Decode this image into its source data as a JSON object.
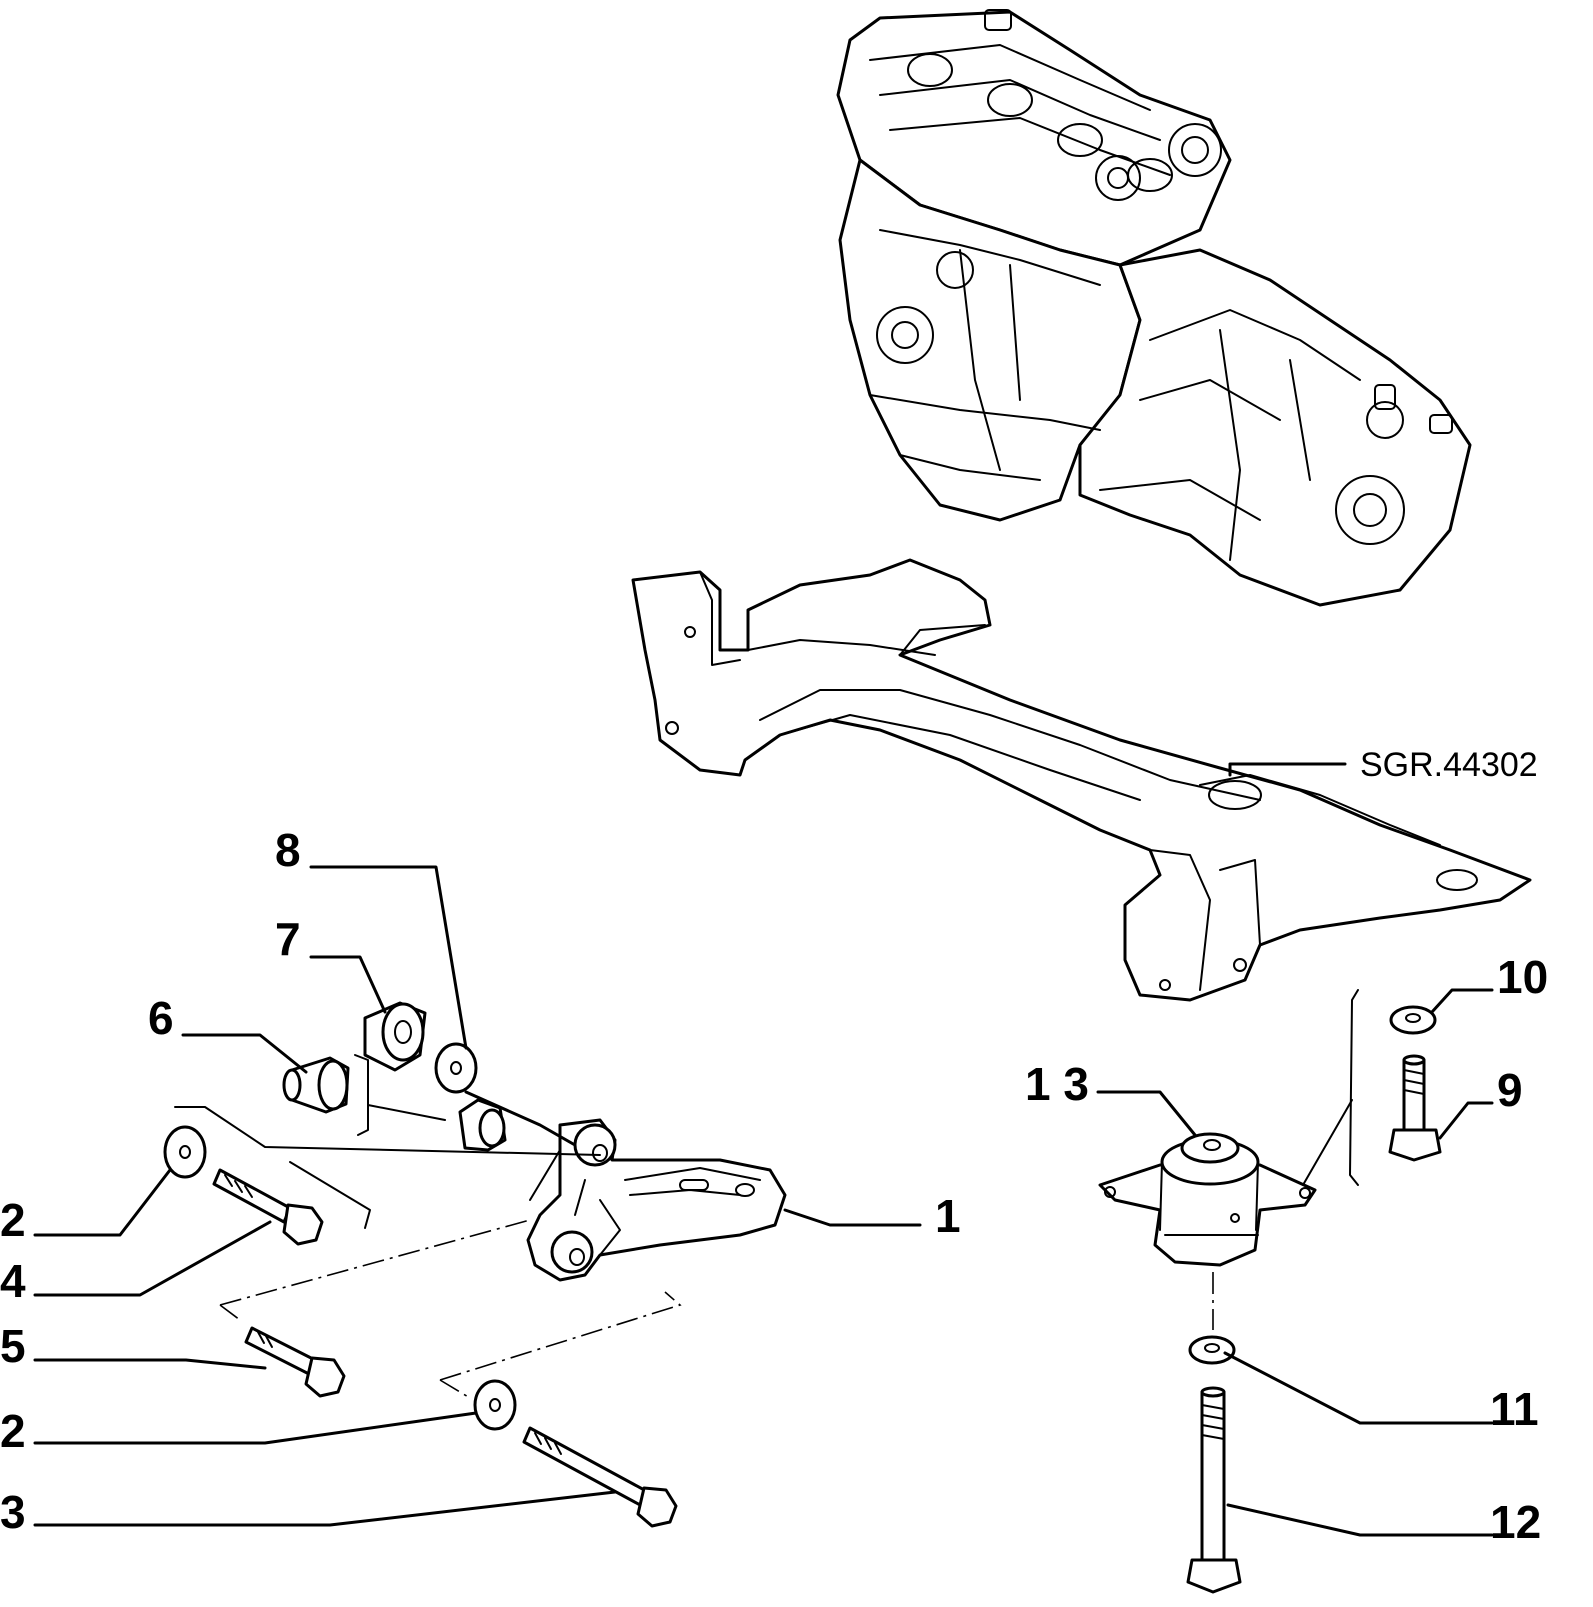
{
  "diagram": {
    "reference_code": "SGR.44302",
    "callouts": {
      "c1": "1",
      "c2a": "2",
      "c2b": "2",
      "c3": "3",
      "c4": "4",
      "c5": "5",
      "c6": "6",
      "c7": "7",
      "c8": "8",
      "c9": "9",
      "c10": "10",
      "c11": "11",
      "c12": "12",
      "c13": "1 3"
    }
  }
}
